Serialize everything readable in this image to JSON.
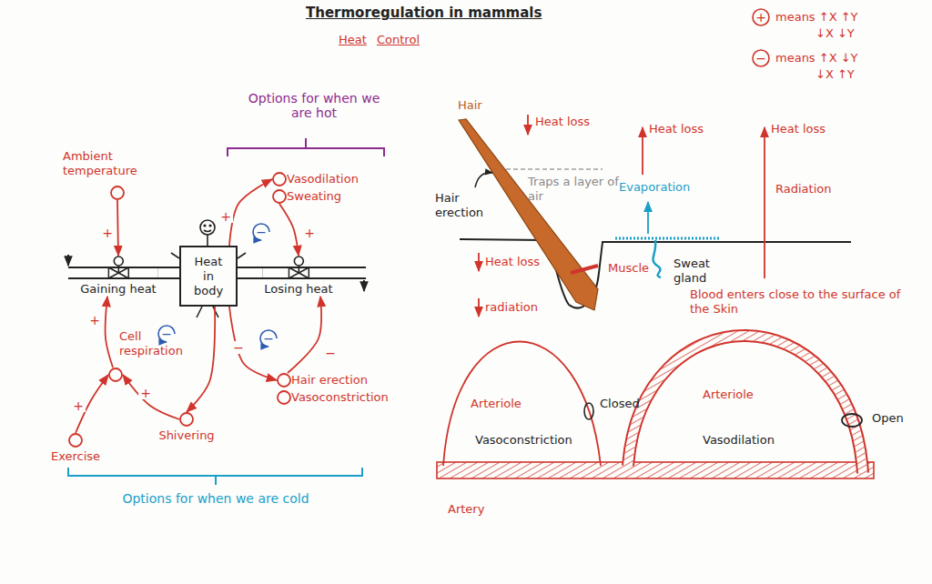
{
  "diagram": {
    "title": "Thermoregulation in mammals",
    "nodes": [
      {
        "text": [
          "Ambient temperature"
        ]
      },
      {
        "text": [
          "Vasodilation"
        ]
      },
      {
        "text": [
          "Sweating"
        ]
      },
      {
        "text": [
          "Gaining heat"
        ]
      },
      {
        "text": [
          "Heat in body"
        ]
      },
      {
        "text": [
          "Losing heat"
        ]
      },
      {
        "text": [
          "Cell respiration"
        ]
      },
      {
        "text": [
          "Hair erection"
        ]
      },
      {
        "text": [
          "Vasoconstriction"
        ]
      },
      {
        "text": [
          "Shivering"
        ]
      },
      {
        "text": [
          "Exercise"
        ]
      }
    ],
    "edges": [
      {
        "from": 0,
        "to": 3,
        "arrow": "to",
        "label": "+"
      },
      {
        "from": 4,
        "to": 1,
        "arrow": "to",
        "label": "+"
      },
      {
        "from": 2,
        "to": 5,
        "arrow": "to",
        "label": "+"
      },
      {
        "from": 3,
        "to": 4,
        "arrow": "none"
      },
      {
        "from": 4,
        "to": 5,
        "arrow": "none"
      },
      {
        "from": 4,
        "to": 7,
        "arrow": "to",
        "label": "−"
      },
      {
        "from": 7,
        "to": 5,
        "arrow": "to",
        "label": "−"
      },
      {
        "from": 4,
        "to": 9,
        "arrow": "to"
      },
      {
        "from": 9,
        "to": 6,
        "arrow": "to",
        "label": "+"
      },
      {
        "from": 10,
        "to": 6,
        "arrow": "to",
        "label": "+"
      },
      {
        "from": 6,
        "to": 3,
        "arrow": "to",
        "label": "+"
      }
    ],
    "labels": [
      "Heat",
      "Control",
      "+",
      "means ↑X ↑Y",
      "↓X ↓Y",
      "−",
      "means ↑X ↓Y",
      "↓X ↑Y",
      "Options for when we are hot",
      "Options for when we are cold",
      "−",
      "−",
      "−",
      "Hair",
      "Heat loss",
      "Heat loss",
      "Heat loss",
      "Traps a layer of air",
      "Hair erection",
      "Evaporation",
      "Radiation",
      "Muscle",
      "Sweat gland",
      "Heat loss",
      "radiation",
      "Blood enters close to the surface of the Skin",
      "Arteriole",
      "Closed",
      "Vasoconstriction",
      "Arteriole",
      "Open",
      "Vasodilation",
      "Artery"
    ]
  }
}
